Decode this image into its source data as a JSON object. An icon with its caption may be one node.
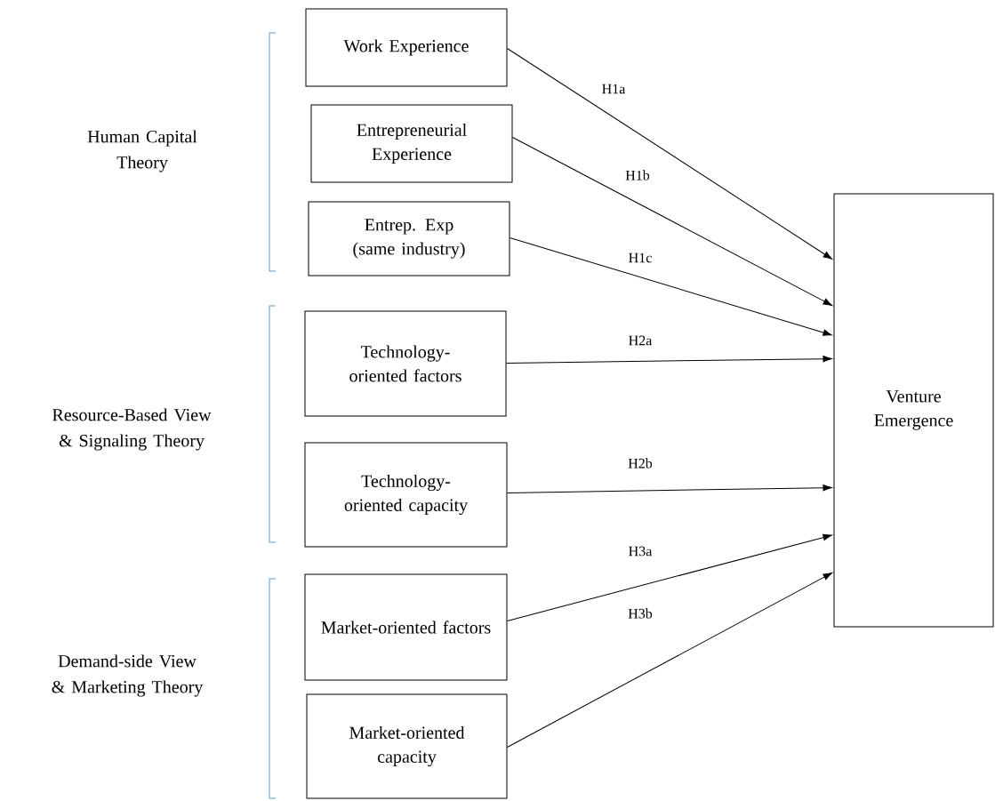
{
  "diagram": {
    "nodes": [
      {
        "text": [
          "Work Experience"
        ]
      },
      {
        "text": [
          "Entrepreneurial Experience"
        ]
      },
      {
        "text": [
          "Entrep. Exp (same industry)"
        ]
      },
      {
        "text": [
          "Technology- oriented factors"
        ]
      },
      {
        "text": [
          "Technology- oriented capacity"
        ]
      },
      {
        "text": [
          "Market-oriented factors"
        ]
      },
      {
        "text": [
          "Market-oriented capacity"
        ]
      },
      {
        "text": [
          "Venture Emergence"
        ]
      }
    ],
    "edges": [
      {
        "from": 0,
        "to": 7,
        "arrow": "to",
        "label": "H1a"
      },
      {
        "from": 1,
        "to": 7,
        "arrow": "to",
        "label": "H1b"
      },
      {
        "from": 2,
        "to": 7,
        "arrow": "to",
        "label": "H1c"
      },
      {
        "from": 3,
        "to": 7,
        "arrow": "to",
        "label": "H2a"
      },
      {
        "from": 4,
        "to": 7,
        "arrow": "to",
        "label": "H2b"
      },
      {
        "from": 5,
        "to": 7,
        "arrow": "to",
        "label": "H3a"
      },
      {
        "from": 6,
        "to": 7,
        "arrow": "to",
        "label": "H3b"
      }
    ],
    "labels": [
      "Human Capital Theory",
      "Resource-Based View & Signaling Theory",
      "Demand-side View & Marketing Theory"
    ]
  }
}
